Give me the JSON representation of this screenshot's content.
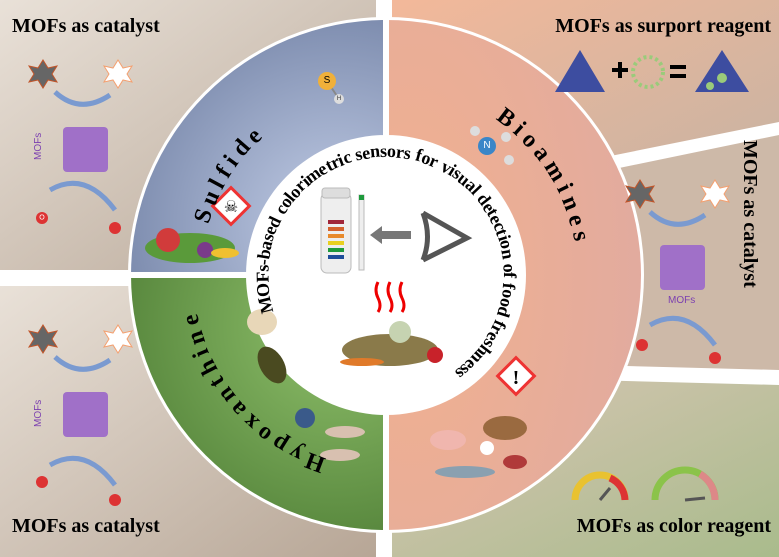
{
  "center_title": "MOFs-based colorimetric sensors for visual detection of food freshness",
  "segments": {
    "sulfide": "S u l f i d e",
    "bioamines": "B i o a m i n e s",
    "hypoxanthine": "H y p o x a n t h i n e"
  },
  "panels": {
    "top_left": "MOFs as catalyst",
    "bottom_left": "MOFs as catalyst",
    "top_right": "MOFs as surport reagent",
    "right": "MOFs as catalyst",
    "bottom_right": "MOFs as color reagent"
  },
  "mof_labels": [
    "MOFs",
    "MOFs",
    "MOFs"
  ],
  "atom_labels": {
    "sulfur": "S",
    "nitrogen": "N",
    "hydrogen": "H",
    "oxygen": "O"
  },
  "colors": {
    "sulfide": "#8c9cc0",
    "bioamines": "#eca88a",
    "hypoxanthine": "#6d9f4c",
    "panel": "#d8cabc"
  }
}
